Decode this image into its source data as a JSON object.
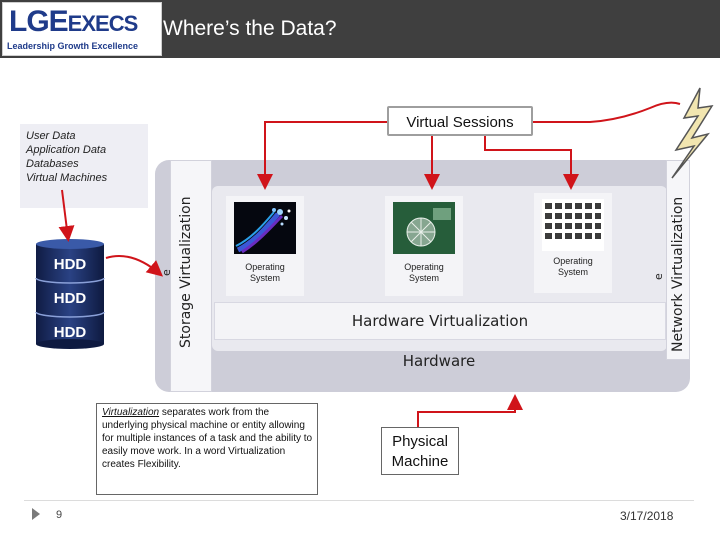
{
  "header": {
    "logo_main": "LGE",
    "logo_execs": "EXECS",
    "logo_tagline": "Leadership Growth Excellence",
    "title": "Where’s the Data?"
  },
  "data_list": [
    "User Data",
    "Application Data",
    "Databases",
    "Virtual Machines"
  ],
  "hdd_labels": [
    "HDD",
    "HDD",
    "HDD"
  ],
  "virtual_sessions": "Virtual Sessions",
  "storage_virtualization": "Storage Virtualization",
  "network_virtualization": "Network Virtualization",
  "column_marker": "e",
  "os_tiles": [
    {
      "line1": "Operating",
      "line2": "System"
    },
    {
      "line1": "Operating",
      "line2": "System"
    },
    {
      "line1": "Operating",
      "line2": "System"
    }
  ],
  "hardware_virtualization": "Hardware Virtualization",
  "hardware": "Hardware",
  "description": {
    "term": "Virtualization",
    "text": " separates work from the underlying physical machine or entity allowing for multiple instances of a task and the ability to easily move work. In a word Virtualization creates Flexibility."
  },
  "physical_machine": {
    "line1": "Physical",
    "line2": "Machine"
  },
  "page_number": "9",
  "date": "3/17/2018",
  "colors": {
    "arrow_red": "#d0141a",
    "title_bar": "#3f3f3f",
    "hdd_blue": "#1c2e66",
    "lightning": "#f2e6b0"
  }
}
